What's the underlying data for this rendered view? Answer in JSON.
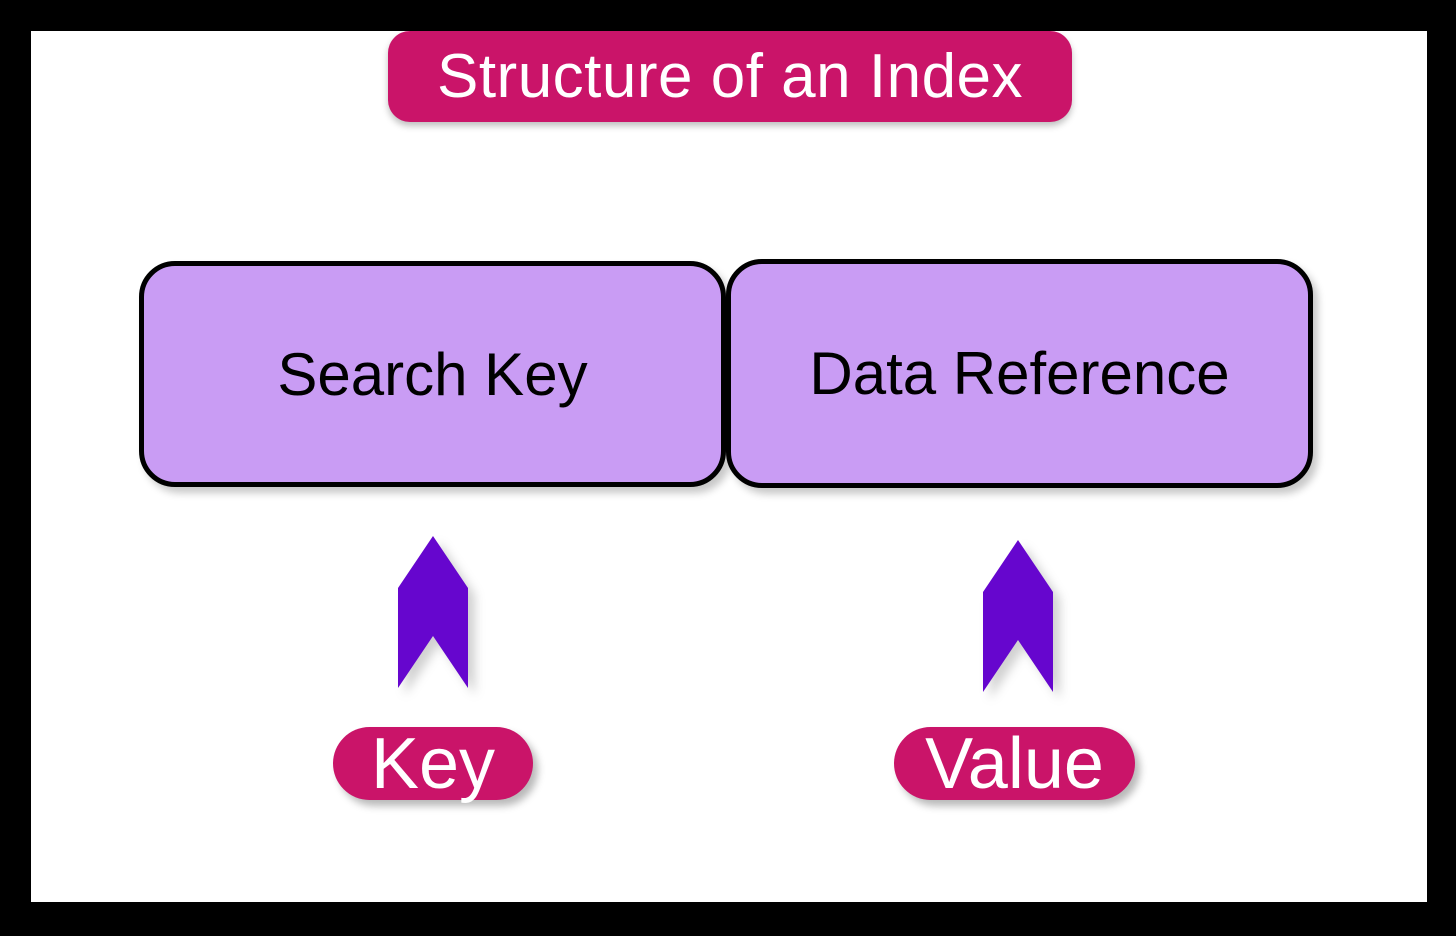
{
  "title": {
    "label": "Structure of an Index"
  },
  "boxes": [
    {
      "label": "Search Key"
    },
    {
      "label": "Data Reference"
    }
  ],
  "annotations": [
    {
      "label": "Key",
      "icon": "up-bookmark-arrow-icon",
      "points_to": "Search Key"
    },
    {
      "label": "Value",
      "icon": "up-bookmark-arrow-icon",
      "points_to": "Data Reference"
    }
  ],
  "colors": {
    "frame": "#000000",
    "canvas": "#ffffff",
    "pink": "#CA1469",
    "box_fill": "#C99CF4",
    "box_border": "#000000",
    "arrow": "#6606CE",
    "text_dark": "#000000",
    "text_light": "#ffffff"
  }
}
